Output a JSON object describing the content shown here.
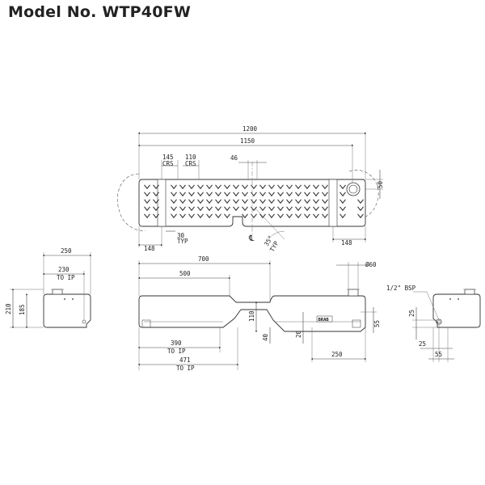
{
  "title": "Model No. WTP40FW",
  "colors": {
    "line": "#333333",
    "text": "#222222",
    "background": "#ffffff"
  },
  "top_view": {
    "dims": {
      "overall_length": "1200",
      "inner_length": "1150",
      "crs_145": "145",
      "crs_145_label": "CRS",
      "crs_110": "110",
      "crs_110_label": "CRS",
      "center_46": "46",
      "right_50": "50",
      "typ_30": "30",
      "typ_30_label": "TYP",
      "left_148": "148",
      "right_148": "148",
      "angle_35": "35°",
      "angle_typ": "TYP",
      "centerline": "℄"
    }
  },
  "front_view": {
    "dims": {
      "d700": "700",
      "d500": "500",
      "dia60": "Ø60",
      "d110": "110",
      "d40": "40",
      "d20": "20",
      "d55": "55",
      "d250": "250",
      "d390": "390",
      "d390_label": "TO IP",
      "d471": "471",
      "d471_label": "TO IP",
      "brand": "BRAB"
    }
  },
  "left_view": {
    "dims": {
      "width_250": "250",
      "d230": "230",
      "d230_label": "TO IP",
      "height_210": "210",
      "height_185": "185"
    }
  },
  "right_view": {
    "dims": {
      "bsp": "1/2\" BSP",
      "d25_vertical": "25",
      "d25_horizontal": "25",
      "d55": "55"
    }
  }
}
